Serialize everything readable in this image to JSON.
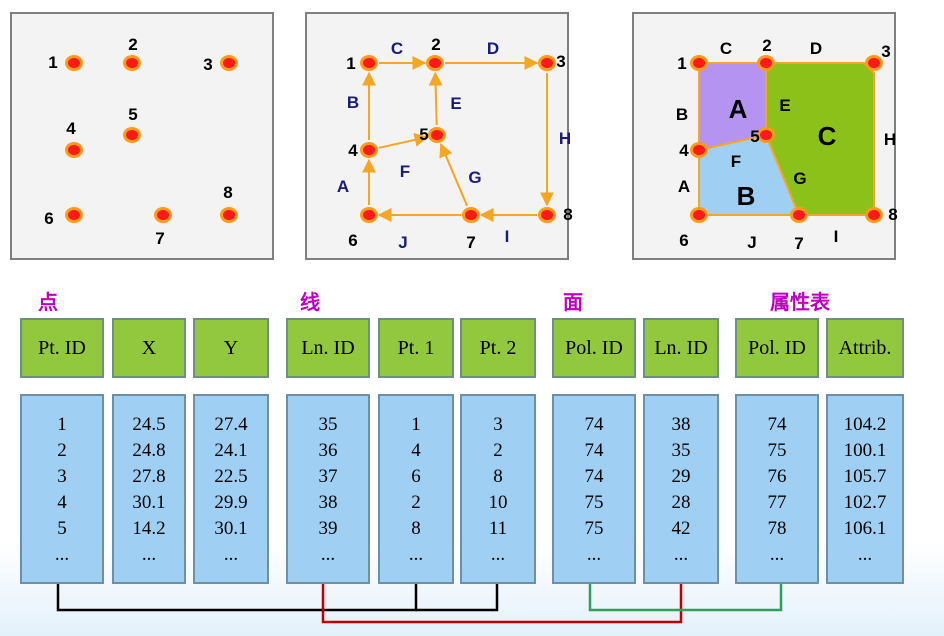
{
  "points": [
    {
      "id": "1"
    },
    {
      "id": "2"
    },
    {
      "id": "3"
    },
    {
      "id": "4"
    },
    {
      "id": "5"
    },
    {
      "id": "6"
    },
    {
      "id": "7"
    },
    {
      "id": "8"
    }
  ],
  "lines": [
    "A",
    "B",
    "C",
    "D",
    "E",
    "F",
    "G",
    "H",
    "I",
    "J"
  ],
  "polygons": [
    "A",
    "B",
    "C"
  ],
  "sections": {
    "point": "点",
    "line": "线",
    "face": "面",
    "attr": "属性表"
  },
  "columns": [
    {
      "key": "pt_id",
      "header": "Pt. ID",
      "values": [
        "1",
        "2",
        "3",
        "4",
        "5",
        "..."
      ]
    },
    {
      "key": "x",
      "header": "X",
      "values": [
        "24.5",
        "24.8",
        "27.8",
        "30.1",
        "14.2",
        "..."
      ]
    },
    {
      "key": "y",
      "header": "Y",
      "values": [
        "27.4",
        "24.1",
        "22.5",
        "29.9",
        "30.1",
        "..."
      ]
    },
    {
      "key": "ln_id",
      "header": "Ln. ID",
      "values": [
        "35",
        "36",
        "37",
        "38",
        "39",
        "..."
      ]
    },
    {
      "key": "pt1",
      "header": "Pt. 1",
      "values": [
        "1",
        "4",
        "6",
        "2",
        "8",
        "..."
      ]
    },
    {
      "key": "pt2",
      "header": "Pt. 2",
      "values": [
        "3",
        "2",
        "8",
        "10",
        "11",
        "..."
      ]
    },
    {
      "key": "pol_id",
      "header": "Pol. ID",
      "values": [
        "74",
        "74",
        "74",
        "75",
        "75",
        "..."
      ]
    },
    {
      "key": "ln_id2",
      "header": "Ln. ID",
      "values": [
        "38",
        "35",
        "29",
        "28",
        "42",
        "..."
      ]
    },
    {
      "key": "pol_id2",
      "header": "Pol. ID",
      "values": [
        "74",
        "75",
        "76",
        "77",
        "78",
        "..."
      ]
    },
    {
      "key": "attrib",
      "header": "Attrib.",
      "values": [
        "104.2",
        "100.1",
        "105.7",
        "102.7",
        "106.1",
        "..."
      ]
    }
  ],
  "colors": {
    "point_fill": "#ff1a1a",
    "point_ring": "#ff9a1a",
    "line": "#f5a623",
    "poly_a": "#b593f0",
    "poly_b": "#9fcff3",
    "poly_c": "#8cc11a",
    "header_green": "#92c83e",
    "body_blue": "#9fcff3",
    "link_black": "#000000",
    "link_red": "#c00000",
    "link_green": "#2f9e5a"
  }
}
